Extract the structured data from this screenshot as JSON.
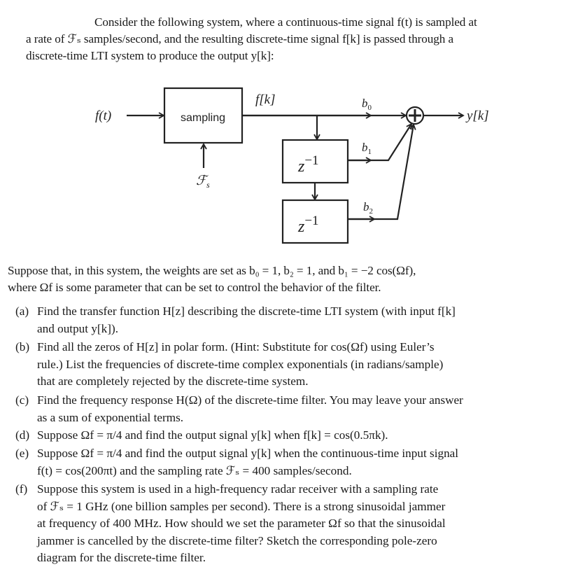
{
  "intro": {
    "lines": [
      "Consider the following system, where a continuous-time signal f(t) is sampled at",
      "a rate of ℱₛ samples/second, and the resulting discrete-time signal f[k] is passed through a",
      "discrete-time LTI system to produce the output y[k]:"
    ]
  },
  "diagram": {
    "input_label": "f(t)",
    "sampling_block": "sampling",
    "sample_rate_label": "ℱ",
    "sample_rate_sub": "s",
    "discrete_signal_label": "f[k]",
    "delay_block_1": "z",
    "delay_block_2": "z",
    "delay_exponent": "−1",
    "weight_0": "b",
    "weight_0_sub": "0",
    "weight_1": "b",
    "weight_1_sub": "1",
    "weight_2": "b",
    "weight_2_sub": "2",
    "adder_symbol": "+",
    "output_label": "y[k]"
  },
  "setup": {
    "lines": [
      "Suppose that, in this system, the weights are set as b₀ = 1, b₂ = 1, and b₁ = −2 cos(Ωf),",
      "where Ωf is some parameter that can be set to control the behavior of the filter."
    ]
  },
  "questions": [
    {
      "label": "(a)",
      "lines": [
        "Find the transfer function H[z] describing the discrete-time LTI system (with input f[k]",
        "and output y[k])."
      ]
    },
    {
      "label": "(b)",
      "lines": [
        "Find all the zeros of H[z] in polar form. (Hint: Substitute for cos(Ωf) using Euler’s",
        "rule.) List the frequencies of discrete-time complex exponentials (in radians/sample)",
        "that are completely rejected by the discrete-time system."
      ]
    },
    {
      "label": "(c)",
      "lines": [
        "Find the frequency response H(Ω) of the discrete-time filter. You may leave your answer",
        "as a sum of exponential terms."
      ]
    },
    {
      "label": "(d)",
      "lines": [
        "Suppose Ωf = π/4 and find the output signal y[k] when f[k] = cos(0.5πk)."
      ]
    },
    {
      "label": "(e)",
      "lines": [
        "Suppose Ωf = π/4 and find the output signal y[k] when the continuous-time input signal",
        "f(t) = cos(200πt) and the sampling rate ℱₛ = 400 samples/second."
      ]
    },
    {
      "label": "(f)",
      "lines": [
        "Suppose this system is used in a high-frequency radar receiver with a sampling rate",
        "of ℱₛ = 1 GHz (one billion samples per second). There is a strong sinusoidal jammer",
        "at frequency of 400 MHz. How should we set the parameter Ωf so that the sinusoidal",
        "jammer is cancelled by the discrete-time filter? Sketch the corresponding pole-zero",
        "diagram for the discrete-time filter."
      ]
    }
  ]
}
